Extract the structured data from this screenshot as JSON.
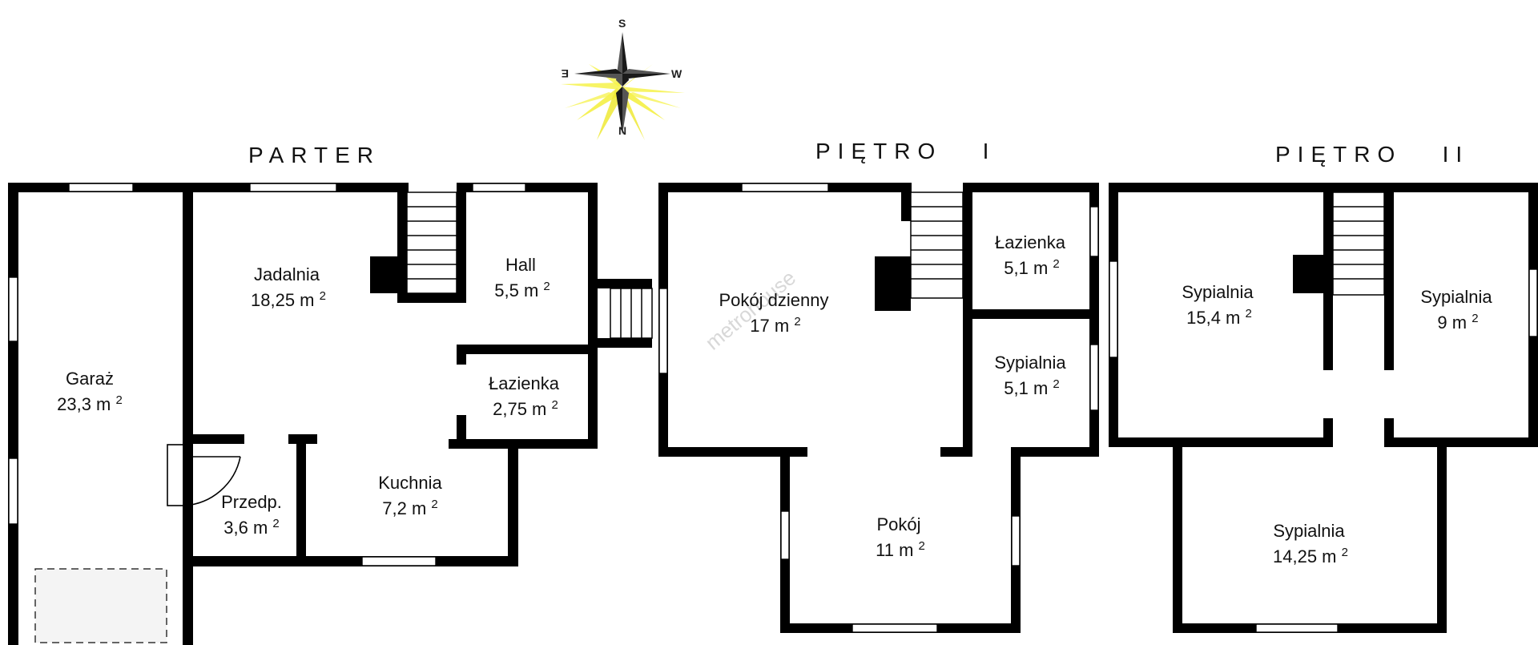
{
  "floors": [
    {
      "title": "PARTER"
    },
    {
      "title": "PIĘTRO   I"
    },
    {
      "title": "PIĘTRO   II"
    }
  ],
  "compass": {
    "s": "S",
    "n": "N",
    "e": "E",
    "w": "W"
  },
  "watermark": "metrohouse",
  "rooms": {
    "garaz": {
      "name": "Garaż",
      "area": "23,3 m",
      "exp": "2"
    },
    "jadalnia": {
      "name": "Jadalnia",
      "area": "18,25 m",
      "exp": "2"
    },
    "hall": {
      "name": "Hall",
      "area": "5,5 m",
      "exp": "2"
    },
    "lazienka_parter": {
      "name": "Łazienka",
      "area": "2,75 m",
      "exp": "2"
    },
    "kuchnia": {
      "name": "Kuchnia",
      "area": "7,2 m",
      "exp": "2"
    },
    "przedp": {
      "name": "Przedp.",
      "area": "3,6 m",
      "exp": "2"
    },
    "pokoj_dzienny": {
      "name": "Pokój dzienny",
      "area": "17 m",
      "exp": "2"
    },
    "lazienka_p1": {
      "name": "Łazienka",
      "area": "5,1 m",
      "exp": "2"
    },
    "sypialnia_p1": {
      "name": "Sypialnia",
      "area": "5,1 m",
      "exp": "2"
    },
    "pokoj": {
      "name": "Pokój",
      "area": "11 m",
      "exp": "2"
    },
    "sypialnia_a": {
      "name": "Sypialnia",
      "area": "15,4 m",
      "exp": "2"
    },
    "sypialnia_b": {
      "name": "Sypialnia",
      "area": "9 m",
      "exp": "2"
    },
    "sypialnia_c": {
      "name": "Sypialnia",
      "area": "14,25 m",
      "exp": "2"
    }
  }
}
